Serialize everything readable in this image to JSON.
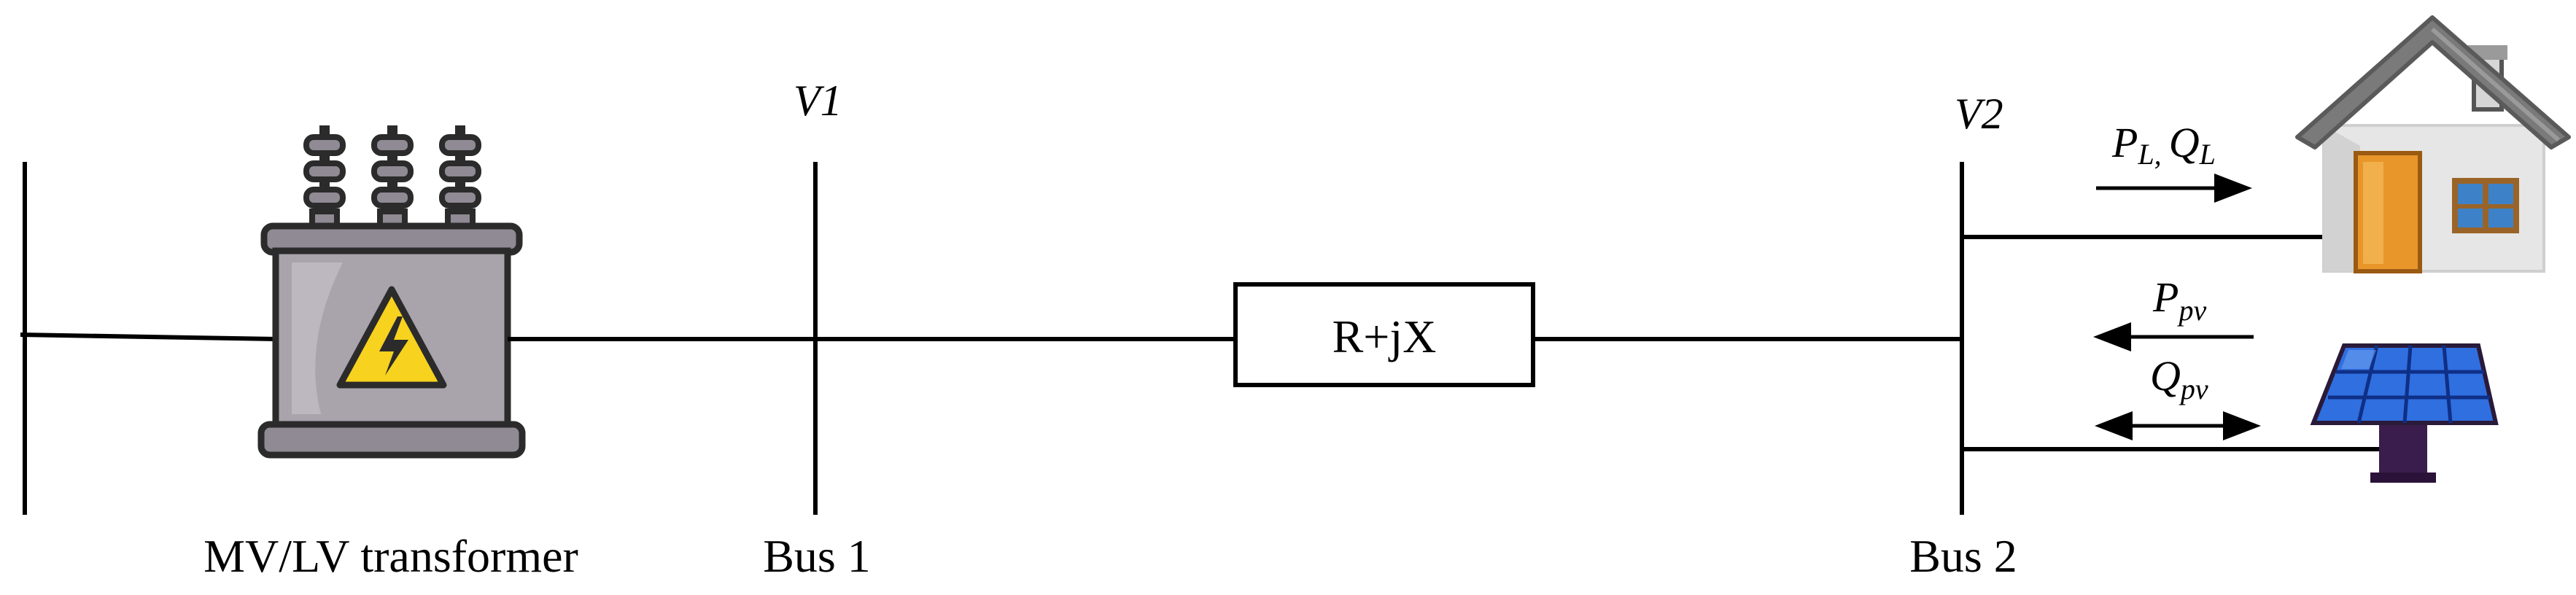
{
  "labels": {
    "transformer": "MV/LV transformer",
    "bus1": "Bus 1",
    "bus2": "Bus 2",
    "v1": "V1",
    "v2": "V2",
    "impedance": "R+jX",
    "load_p": "P",
    "load_p_sub": "L,",
    "load_q": "Q",
    "load_q_sub": "L",
    "pv_p": "P",
    "pv_p_sub": "pv",
    "pv_q": "Q",
    "pv_q_sub": "pv"
  },
  "icons": {
    "transformer": "transformer-icon",
    "house": "house-icon",
    "solar_panel": "solar-panel-icon",
    "high_voltage": "high-voltage-icon"
  },
  "colors": {
    "transformer_body": "#a9a3ab",
    "transformer_dark": "#2b2b2b",
    "warning_yellow": "#f7d21e",
    "house_wall": "#e6e6e6",
    "house_roof": "#7a7a7a",
    "door": "#e8962a",
    "window": "#3d82c8",
    "solar_panel": "#2f6fe0",
    "solar_stand": "#3a1d4d"
  }
}
